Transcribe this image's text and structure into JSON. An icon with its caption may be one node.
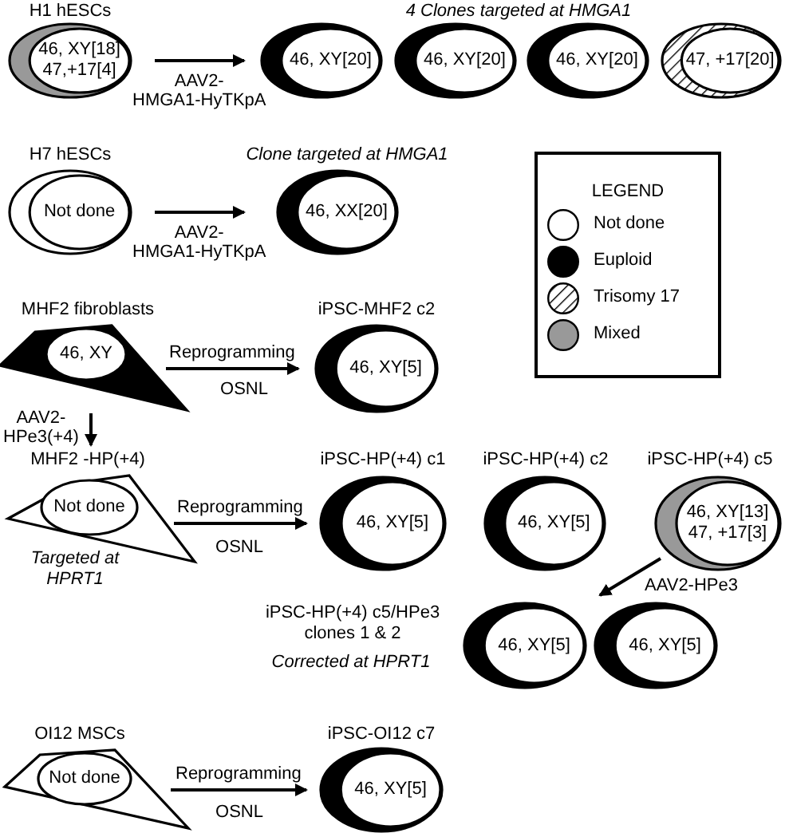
{
  "diagram": {
    "nodes": [
      {
        "text": [
          "H1 hESCs",
          "46, XY[18] 47,+17[4]"
        ]
      },
      {
        "text": [
          "46, XY[20]"
        ]
      },
      {
        "text": [
          "46, XY[20]"
        ]
      },
      {
        "text": [
          "46, XY[20]"
        ]
      },
      {
        "text": [
          "47, +17[20]"
        ]
      },
      {
        "text": [
          "H7 hESCs",
          "Not done"
        ]
      },
      {
        "text": [
          "Clone targeted at HMGA1",
          "46, XX[20]"
        ]
      },
      {
        "text": [
          "MHF2 fibroblasts",
          "46, XY"
        ]
      },
      {
        "text": [
          "iPSC-MHF2 c2",
          "46, XY[5]"
        ]
      },
      {
        "text": [
          "MHF2 -HP(+4)",
          "Not done"
        ],
        "beside": [
          "Targeted at HPRT1"
        ]
      },
      {
        "text": [
          "iPSC-HP(+4) c1",
          "46, XY[5]"
        ]
      },
      {
        "text": [
          "iPSC-HP(+4) c2",
          "46, XY[5]"
        ]
      },
      {
        "text": [
          "iPSC-HP(+4) c5",
          "46, XY[13] 47, +17[3]"
        ]
      },
      {
        "text": [
          "46, XY[5]"
        ]
      },
      {
        "text": [
          "46, XY[5]"
        ]
      },
      {
        "text": [
          "OI12 MSCs",
          "Not done"
        ]
      },
      {
        "text": [
          "iPSC-OI12 c7",
          "46, XY[5]"
        ]
      }
    ],
    "edges": [
      {
        "from": 0,
        "to": 1,
        "arrow": "to",
        "label": "AAV2- HMGA1-HyTKpA"
      },
      {
        "from": 5,
        "to": 6,
        "arrow": "to",
        "label": "AAV2- HMGA1-HyTKpA"
      },
      {
        "from": 7,
        "to": 8,
        "arrow": "to",
        "label": "Reprogramming"
      },
      {
        "from": 7,
        "to": 9,
        "arrow": "to",
        "label": "AAV2- HPe3(+4)"
      },
      {
        "from": 9,
        "to": 10,
        "arrow": "to",
        "label": "Reprogramming"
      },
      {
        "from": 12,
        "to": 14,
        "arrow": "to",
        "label": "AAV2-HPe3"
      },
      {
        "from": 15,
        "to": 16,
        "arrow": "to",
        "label": "Reprogramming"
      }
    ],
    "labels": [
      "4 Clones targeted at HMGA1",
      "LEGEND",
      "OSNL",
      "OSNL",
      "iPSC-HP(+4) c5/HPe3 clones 1 & 2",
      "Corrected at HPRT1",
      "OSNL"
    ],
    "legend": [
      {
        "text": "Not done",
        "color": "#ffffff"
      },
      {
        "text": "Euploid",
        "color": "#000000"
      },
      {
        "text": "Trisomy 17"
      },
      {
        "text": "Mixed",
        "color": "#999999"
      }
    ]
  }
}
